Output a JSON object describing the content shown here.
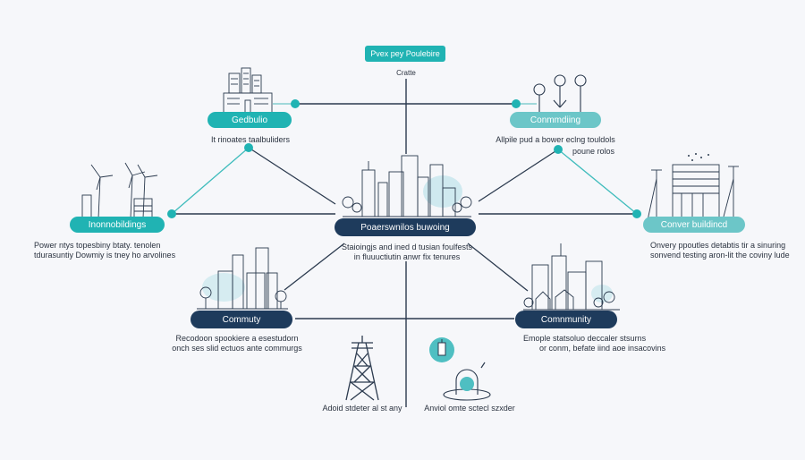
{
  "diagram": {
    "type": "network-infographic",
    "colors": {
      "teal": "#20b3b3",
      "teal_light": "#6cc6c8",
      "navy": "#1e3b5c",
      "line_dark": "#2b3a4e",
      "line_teal": "#3fbcbc",
      "background": "#f6f7fa"
    },
    "header": {
      "label": "Pvex pey Poulebire",
      "sublabel": "Cratte"
    },
    "center": {
      "label": "Poaerswnilos buwoing",
      "icon": "city-skyline-icon",
      "desc_lines": [
        "Staioingjs and ined d tusian foulfests",
        "in fluuuctiutin anwr fix tenures"
      ]
    },
    "nodes": [
      {
        "id": "top-left",
        "label": "Gedbulio",
        "icon": "office-buildings-icon",
        "desc_lines": [
          "It rinoates taalbuliders"
        ]
      },
      {
        "id": "top-right",
        "label": "Conmmdiing",
        "icon": "sensor-pins-icon",
        "desc_lines": [
          "Allpile pud a bower eclng touldols",
          "poune rolos"
        ]
      },
      {
        "id": "mid-left",
        "label": "Inonnobildings",
        "icon": "wind-turbines-icon",
        "desc_lines": [
          "Power ntys topesbiny btaty. tenolen",
          "tdurasuntiy Dowmiy is tney ho arvolines"
        ]
      },
      {
        "id": "mid-right",
        "label": "Conver buildincd",
        "icon": "data-center-building-icon",
        "desc_lines": [
          "Onvery ppoutles detabtis tir a sinuring",
          "sonvend testing aron-lit the coviny lude"
        ]
      },
      {
        "id": "low-left",
        "label": "Commuty",
        "icon": "community-buildings-icon",
        "desc_lines": [
          "Recodoon spookiere a esestudorn",
          "onch ses slid ectuos ante commurgs"
        ]
      },
      {
        "id": "low-right",
        "label": "Comnmunity",
        "icon": "community-houses-icon",
        "desc_lines": [
          "Emople statsoluo deccaler stsurns",
          "or conm, befate iind aoe insacovins"
        ]
      },
      {
        "id": "bottom-left",
        "label": "",
        "icon": "transmission-tower-icon",
        "desc_lines": [
          "Adoid stdeter al st any"
        ]
      },
      {
        "id": "bottom-right",
        "label": "",
        "icon": "smart-device-icon",
        "desc_lines": [
          "Anviol omte sctecl szxder"
        ]
      }
    ],
    "edges": [
      {
        "from": "header",
        "to": "center",
        "style": "dark"
      },
      {
        "from": "top-left",
        "to": "top-right",
        "style": "dark"
      },
      {
        "from": "top-left",
        "to": "mid-left",
        "style": "teal"
      },
      {
        "from": "top-left",
        "to": "center",
        "style": "dark"
      },
      {
        "from": "top-right",
        "to": "center",
        "style": "dark"
      },
      {
        "from": "top-right",
        "to": "mid-right",
        "style": "teal"
      },
      {
        "from": "mid-left",
        "to": "center",
        "style": "dark"
      },
      {
        "from": "center",
        "to": "mid-right",
        "style": "dark"
      },
      {
        "from": "center",
        "to": "low-left",
        "style": "dark"
      },
      {
        "from": "center",
        "to": "low-right",
        "style": "dark"
      },
      {
        "from": "low-left",
        "to": "low-right",
        "style": "dark"
      },
      {
        "from": "center",
        "to": "bottom",
        "style": "dark"
      }
    ]
  }
}
